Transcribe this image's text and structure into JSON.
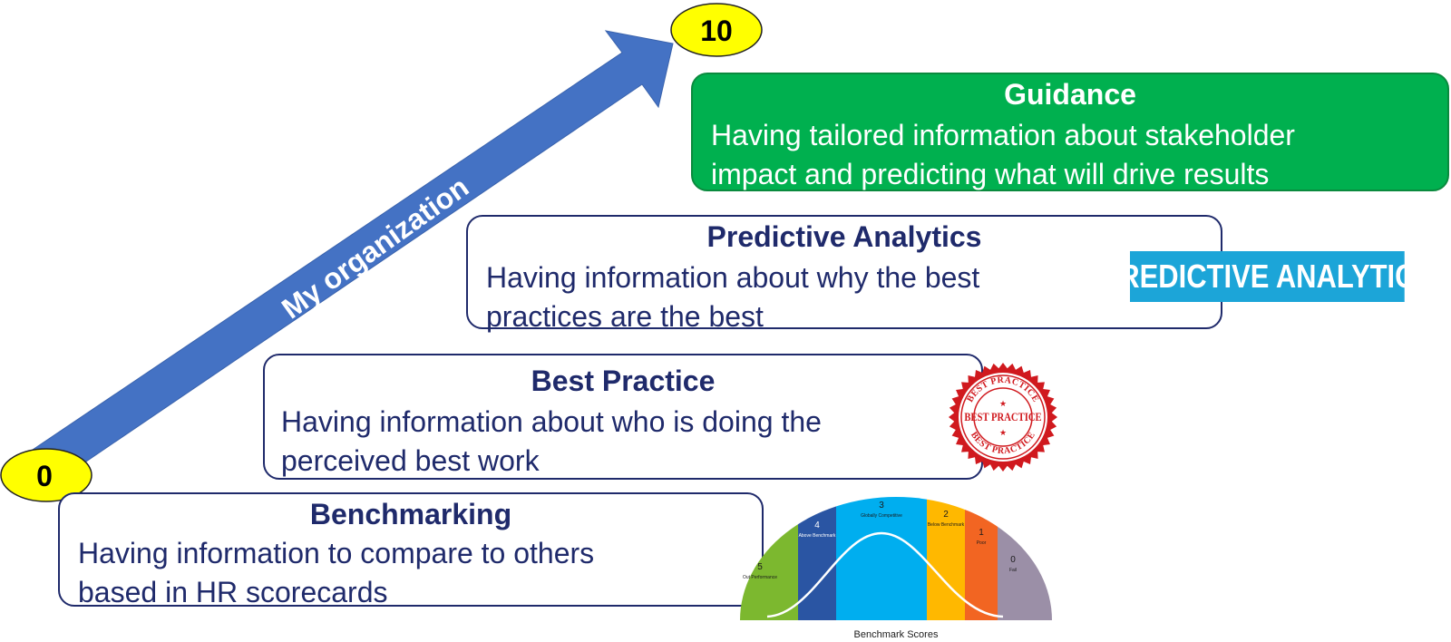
{
  "scale": {
    "start_label": "0",
    "end_label": "10",
    "arrow_label": "My organization",
    "colors": {
      "arrow": "#4472c4",
      "marker": "#ffff00"
    }
  },
  "levels": [
    {
      "title": "Guidance",
      "description_lines": [
        "Having tailored information about stakeholder",
        "impact and predicting what will drive results"
      ],
      "color": "#00b04f"
    },
    {
      "title": "Predictive Analytics",
      "description_lines": [
        "Having information about why the best",
        "practices are the best"
      ]
    },
    {
      "title": "Best Practice",
      "description_lines": [
        "Having information about who is doing the",
        "perceived best work"
      ]
    },
    {
      "title": "Benchmarking",
      "description_lines": [
        "Having information to compare to others",
        "based in HR scorecards"
      ]
    }
  ],
  "predictive_banner": {
    "text": "PREDICTIVE ANALYTICS",
    "color": "#1ca5d8"
  },
  "seal": {
    "top_text": "BEST PRACTICE",
    "center_text": "BEST PRACTICE",
    "bottom_text": "BEST PRACTICE",
    "color": "#d0191e"
  },
  "benchmark_graphic": {
    "title": "Benchmark Scores",
    "segments": [
      {
        "score": "5",
        "label": "Out Performance",
        "color": "#7cb82f"
      },
      {
        "score": "4",
        "label": "Above Benchmark",
        "color": "#2a55a3"
      },
      {
        "score": "3",
        "label": "Globally Competitive",
        "color": "#00aeef"
      },
      {
        "score": "2",
        "label": "Below Benchmark",
        "color": "#ffb800"
      },
      {
        "score": "1",
        "label": "Poor",
        "color": "#f26522"
      },
      {
        "score": "0",
        "label": "Fail",
        "color": "#9b8fa7"
      }
    ]
  }
}
